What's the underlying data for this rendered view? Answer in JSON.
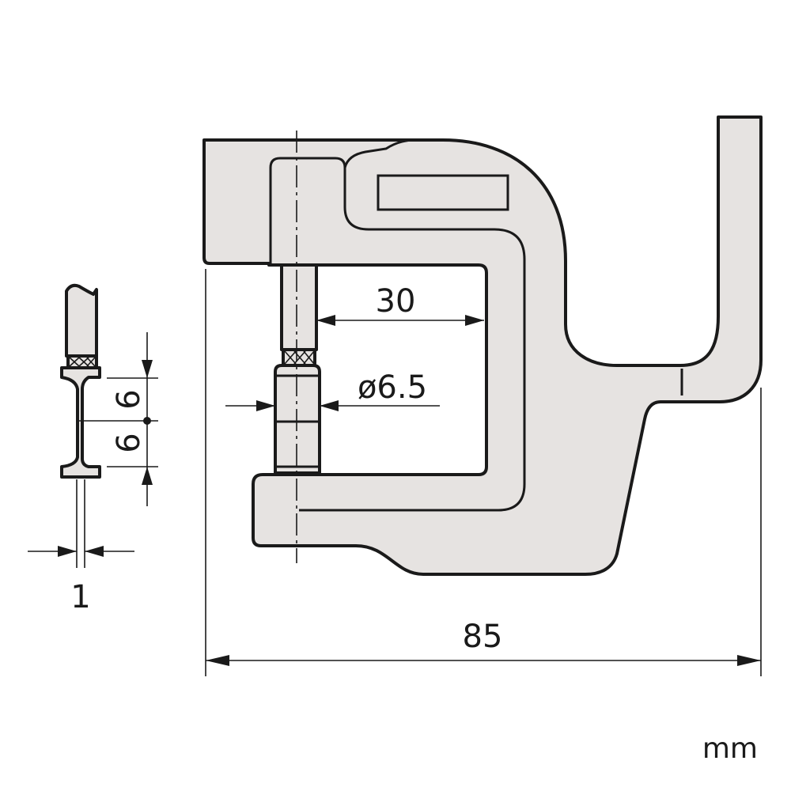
{
  "title": "Anvil/spindle dimension drawing",
  "dimensions": {
    "throat_depth": "30",
    "spindle_diameter": "ø6.5",
    "overall_length": "85",
    "blade_height_upper": "6",
    "blade_height_lower": "6",
    "blade_thickness": "1"
  },
  "unit": "mm",
  "colors": {
    "body_fill": "#e6e3e1",
    "line": "#1a1a1a"
  }
}
